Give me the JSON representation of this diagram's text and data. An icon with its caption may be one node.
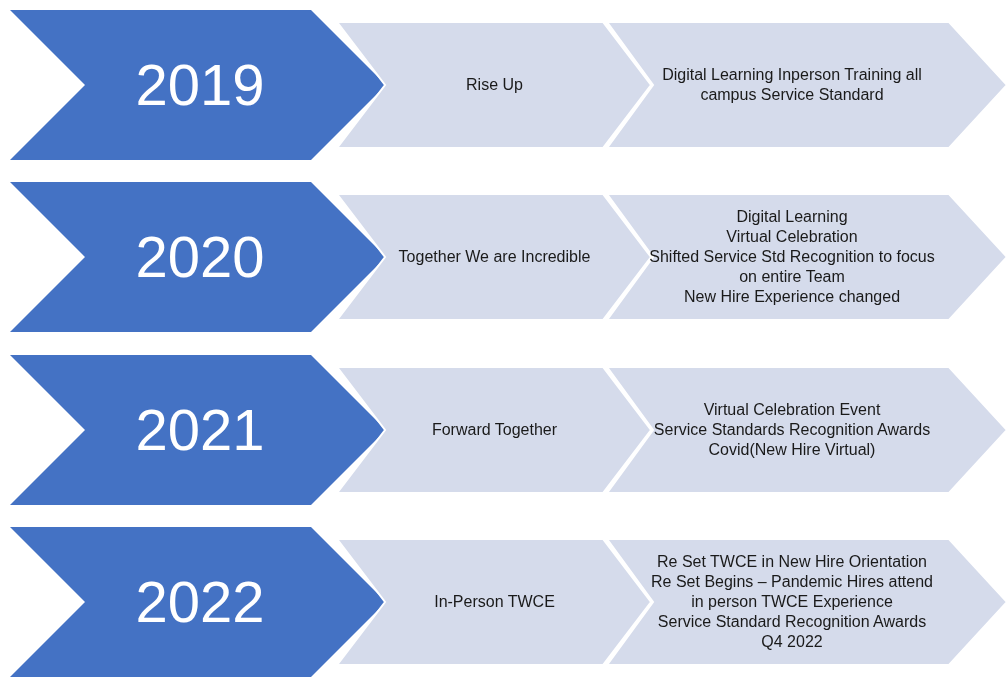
{
  "diagram": {
    "nodes": [
      {
        "text": [
          "2019"
        ]
      },
      {
        "text": [
          "Rise Up"
        ]
      },
      {
        "text": [
          "Digital Learning Inperson Training all campus Service Standard"
        ]
      },
      {
        "text": [
          "2020"
        ]
      },
      {
        "text": [
          "Together We are Incredible"
        ]
      },
      {
        "text": [
          "Digital Learning",
          "Virtual Celebration",
          "Shifted Service Std Recognition to focus on entire Team",
          "New Hire Experience changed"
        ]
      },
      {
        "text": [
          "2021"
        ]
      },
      {
        "text": [
          "Forward Together"
        ]
      },
      {
        "text": [
          "Virtual Celebration Event",
          "Service Standards Recognition Awards",
          "Covid(New Hire Virtual)"
        ]
      },
      {
        "text": [
          "2022"
        ]
      },
      {
        "text": [
          "In-Person TWCE"
        ]
      },
      {
        "text": [
          "Re Set TWCE in New Hire Orientation",
          "Re Set Begins – Pandemic Hires attend in person TWCE Experience",
          "Service Standard Recognition Awards Q4 2022"
        ]
      }
    ]
  }
}
